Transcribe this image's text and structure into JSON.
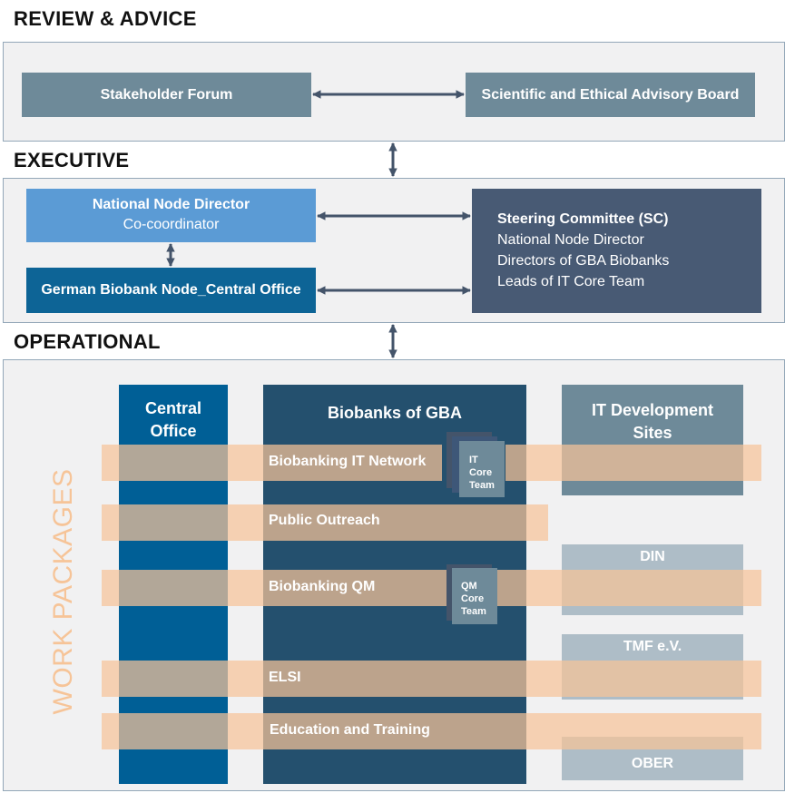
{
  "sections": {
    "review": "REVIEW & ADVICE",
    "executive": "EXECUTIVE",
    "operational": "OPERATIONAL"
  },
  "review": {
    "stakeholder_forum": "Stakeholder Forum",
    "advisory_board": "Scientific and Ethical Advisory Board"
  },
  "executive": {
    "director_title": "National Node Director",
    "director_subtitle": "Co-coordinator",
    "central_office": "German Biobank Node_Central Office",
    "steering": {
      "title": "Steering Committee (SC)",
      "members": [
        "National Node Director",
        "Directors of GBA Biobanks",
        "Leads of IT Core Team"
      ]
    }
  },
  "operational": {
    "side_label": "WORK PACKAGES",
    "columns": {
      "central_office": [
        "Central",
        "Office"
      ],
      "biobanks": "Biobanks of GBA",
      "it_sites": [
        "IT Development",
        "Sites"
      ]
    },
    "work_packages": [
      "Biobanking IT Network",
      "Public Outreach",
      "Biobanking QM",
      "ELSI",
      "Education and Training"
    ],
    "it_core_team": [
      "IT",
      "Core",
      "Team"
    ],
    "qm_core_team": [
      "QM",
      "Core",
      "Team"
    ],
    "partners": [
      "DIN",
      "TMF e.V.",
      "OBER"
    ]
  },
  "colors": {
    "panel_bg": "#f1f1f2",
    "slate_box": "#6e8a99",
    "light_blue": "#5b9bd5",
    "dark_blue": "#0d6496",
    "navy": "#485a74",
    "column_blue": "#005f96",
    "column_navy": "#24506e",
    "band_orange": "#f6c498",
    "partner_grey": "#aebdc7",
    "arrow": "#44546a"
  }
}
